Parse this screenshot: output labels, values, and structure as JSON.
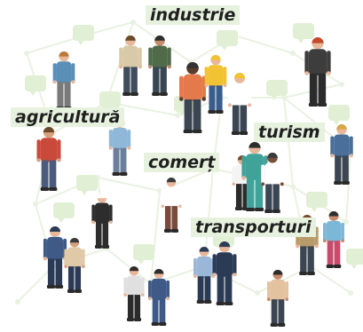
{
  "sectors": {
    "industry": "industrie",
    "agriculture": "agricultură",
    "tourism": "turism",
    "commerce": "comerț",
    "transport": "transporturi"
  },
  "colors": {
    "label_bg": "#e6f1de",
    "bubble": "#e1efd5",
    "network_line": "#e9f2e2",
    "text": "#1f1f1f"
  }
}
